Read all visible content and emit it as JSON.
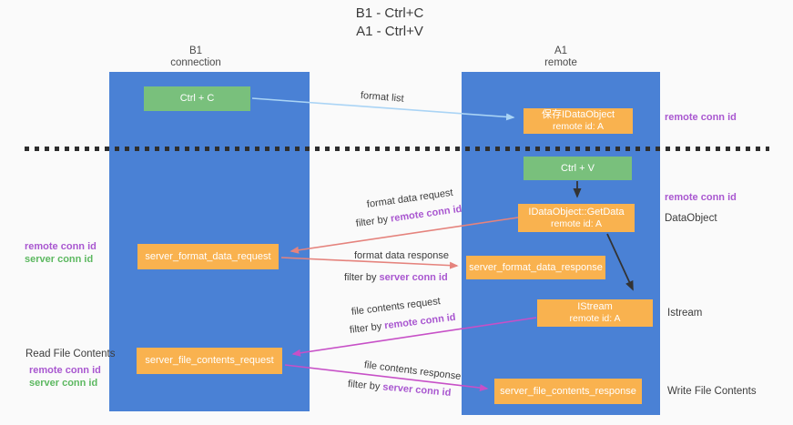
{
  "title": {
    "line1": "B1 - Ctrl+C",
    "line2": "A1 - Ctrl+V"
  },
  "colors": {
    "column_blue": "#4a81d5",
    "box_green": "#79c07c",
    "box_orange": "#f9b24f",
    "arrow_lightblue": "#aad4f5",
    "arrow_salmon": "#e5837d",
    "arrow_magenta": "#c750c7",
    "arrow_black": "#333333",
    "text_purple": "#a957d0",
    "text_green": "#5cb860"
  },
  "columns": {
    "left": {
      "title": "B1",
      "subtitle": "connection"
    },
    "right": {
      "title": "A1",
      "subtitle": "remote"
    }
  },
  "nodes": {
    "ctrl_c": {
      "label": "Ctrl + C"
    },
    "ctrl_v": {
      "label": "Ctrl + V"
    },
    "save_idataobject": {
      "line1": "保存IDataObject",
      "line2": "remote id: A"
    },
    "getdata": {
      "line1": "IDataObject::GetData",
      "line2": "remote id: A"
    },
    "istream": {
      "line1": "IStream",
      "line2": "remote id: A"
    },
    "server_format_data_request": {
      "label": "server_format_data_request"
    },
    "server_format_data_response": {
      "label": "server_format_data_response"
    },
    "server_file_contents_request": {
      "label": "server_file_contents_request"
    },
    "server_file_contents_response": {
      "label": "server_file_contents_response"
    }
  },
  "arrow_labels": {
    "format_list": "format list",
    "format_data_request": {
      "text": "format data request",
      "filter_prefix": "filter by ",
      "filter_value": "remote conn id"
    },
    "format_data_response": {
      "text": "format data response",
      "filter_prefix": "filter by ",
      "filter_value": "server conn id"
    },
    "file_contents_request": {
      "text": "file contents request",
      "filter_prefix": "filter by ",
      "filter_value": "remote conn id"
    },
    "file_contents_response": {
      "text": "file contents response",
      "filter_prefix": "filter by ",
      "filter_value": "server conn id"
    }
  },
  "side_labels": {
    "right_top_remote_conn_id": "remote conn id",
    "right_mid_remote_conn_id": "remote conn id",
    "dataobject": "DataObject",
    "istream": "Istream",
    "write_file_contents": "Write File Contents",
    "read_file_contents": "Read File Contents",
    "left_format_remote": "remote conn id",
    "left_format_server": "server conn id",
    "left_file_remote": "remote conn id",
    "left_file_server": "server conn id"
  }
}
